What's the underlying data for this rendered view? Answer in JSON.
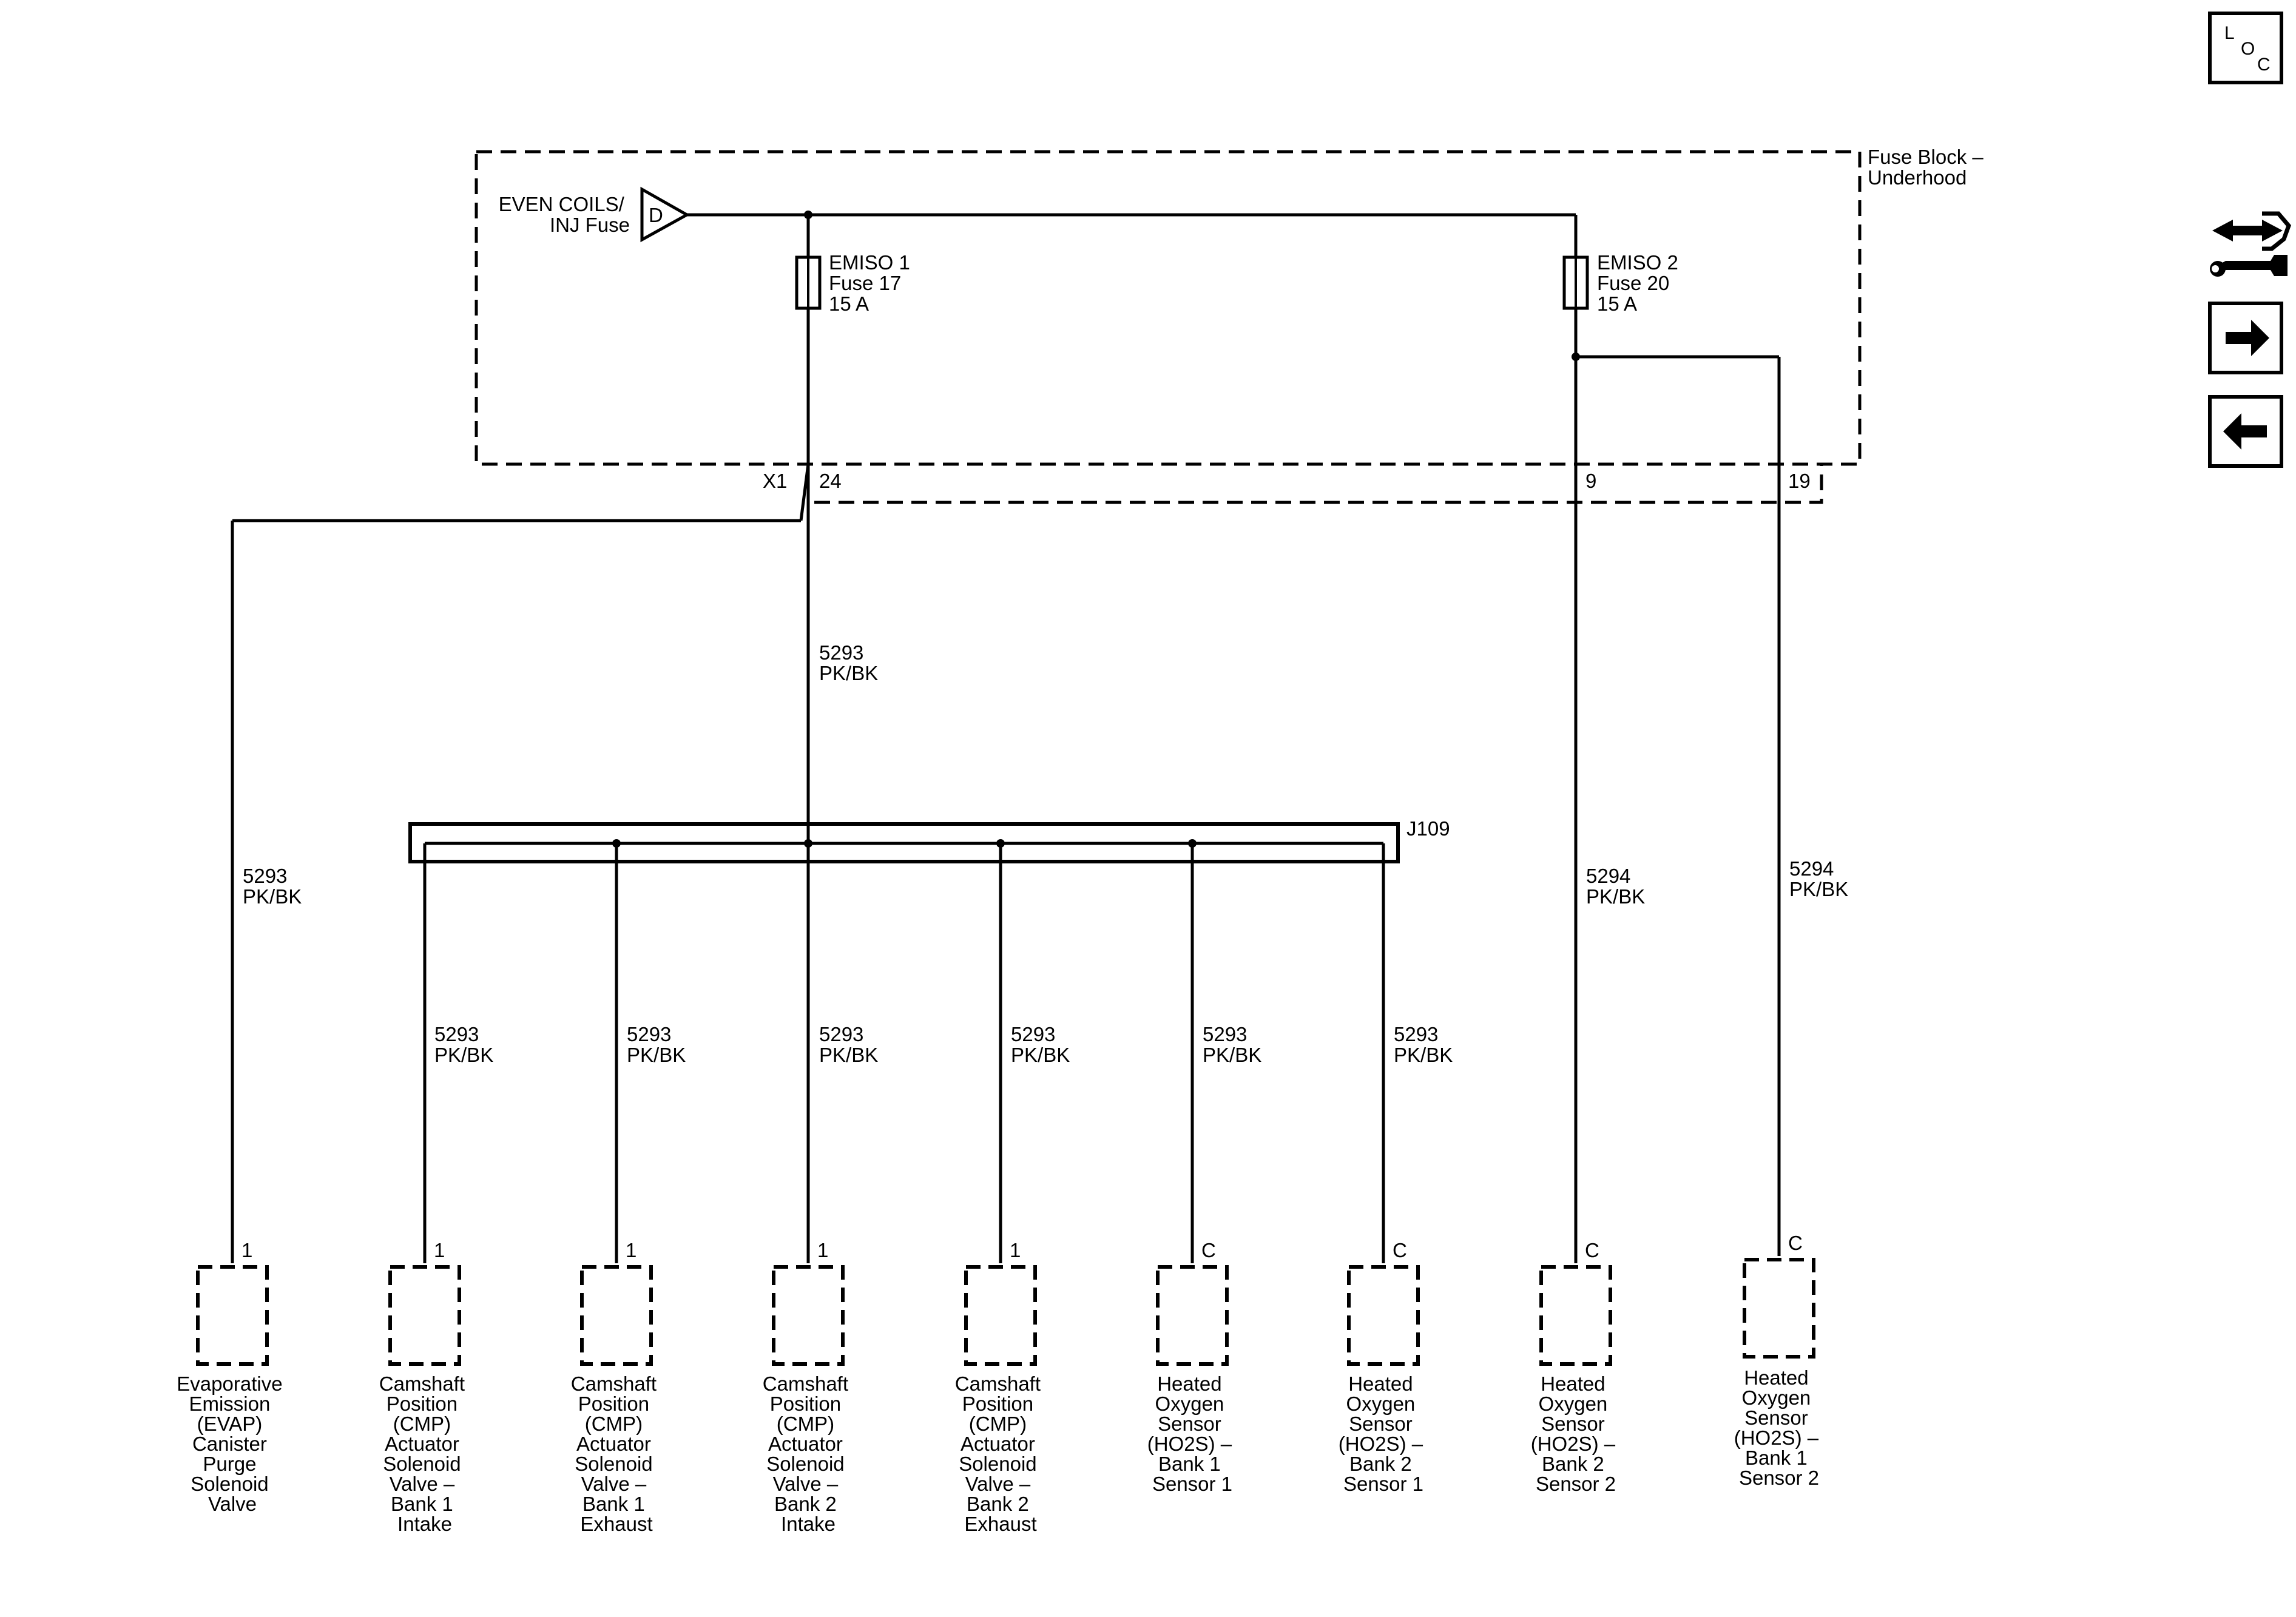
{
  "fuse_block": {
    "label_lines": [
      "Fuse Block –",
      "Underhood"
    ]
  },
  "source": {
    "label_lines": [
      "EVEN COILS/",
      "INJ Fuse"
    ],
    "symbol_letter": "D"
  },
  "fuses": [
    {
      "label_lines": [
        "EMISO 1",
        "Fuse 17",
        "15 A"
      ]
    },
    {
      "label_lines": [
        "EMISO 2",
        "Fuse 20",
        "15 A"
      ]
    }
  ],
  "connector": {
    "name": "X1",
    "pins": [
      "24",
      "9",
      "19"
    ]
  },
  "splice": {
    "name": "J109"
  },
  "wires": [
    {
      "circuit": "5293",
      "color": "PK/BK"
    },
    {
      "circuit": "5293",
      "color": "PK/BK"
    },
    {
      "circuit": "5293",
      "color": "PK/BK"
    },
    {
      "circuit": "5293",
      "color": "PK/BK"
    },
    {
      "circuit": "5293",
      "color": "PK/BK"
    },
    {
      "circuit": "5293",
      "color": "PK/BK"
    },
    {
      "circuit": "5293",
      "color": "PK/BK"
    },
    {
      "circuit": "5293",
      "color": "PK/BK"
    },
    {
      "circuit": "5294",
      "color": "PK/BK"
    },
    {
      "circuit": "5294",
      "color": "PK/BK"
    }
  ],
  "components": [
    {
      "pin": "1",
      "label_lines": [
        "Evaporative",
        "Emission",
        "(EVAP)",
        "Canister",
        "Purge",
        "Solenoid",
        "Valve"
      ]
    },
    {
      "pin": "1",
      "label_lines": [
        "Camshaft",
        "Position",
        "(CMP)",
        "Actuator",
        "Solenoid",
        "Valve –",
        "Bank 1",
        "Intake"
      ]
    },
    {
      "pin": "1",
      "label_lines": [
        "Camshaft",
        "Position",
        "(CMP)",
        "Actuator",
        "Solenoid",
        "Valve –",
        "Bank 1",
        "Exhaust"
      ]
    },
    {
      "pin": "1",
      "label_lines": [
        "Camshaft",
        "Position",
        "(CMP)",
        "Actuator",
        "Solenoid",
        "Valve –",
        "Bank 2",
        "Intake"
      ]
    },
    {
      "pin": "1",
      "label_lines": [
        "Camshaft",
        "Position",
        "(CMP)",
        "Actuator",
        "Solenoid",
        "Valve –",
        "Bank 2",
        "Exhaust"
      ]
    },
    {
      "pin": "C",
      "label_lines": [
        "Heated",
        "Oxygen",
        "Sensor",
        "(HO2S) –",
        "Bank 1",
        "Sensor 1"
      ]
    },
    {
      "pin": "C",
      "label_lines": [
        "Heated",
        "Oxygen",
        "Sensor",
        "(HO2S) –",
        "Bank 2",
        "Sensor 1"
      ]
    },
    {
      "pin": "C",
      "label_lines": [
        "Heated",
        "Oxygen",
        "Sensor",
        "(HO2S) –",
        "Bank 2",
        "Sensor 2"
      ]
    },
    {
      "pin": "C",
      "label_lines": [
        "Heated",
        "Oxygen",
        "Sensor",
        "(HO2S) –",
        "Bank 1",
        "Sensor 2"
      ]
    }
  ],
  "side_icons": {
    "loc_letters": [
      "L",
      "O",
      "C"
    ],
    "icons": [
      "location-icon",
      "connector-wrench-icon",
      "arrow-right-icon",
      "arrow-left-icon"
    ]
  }
}
